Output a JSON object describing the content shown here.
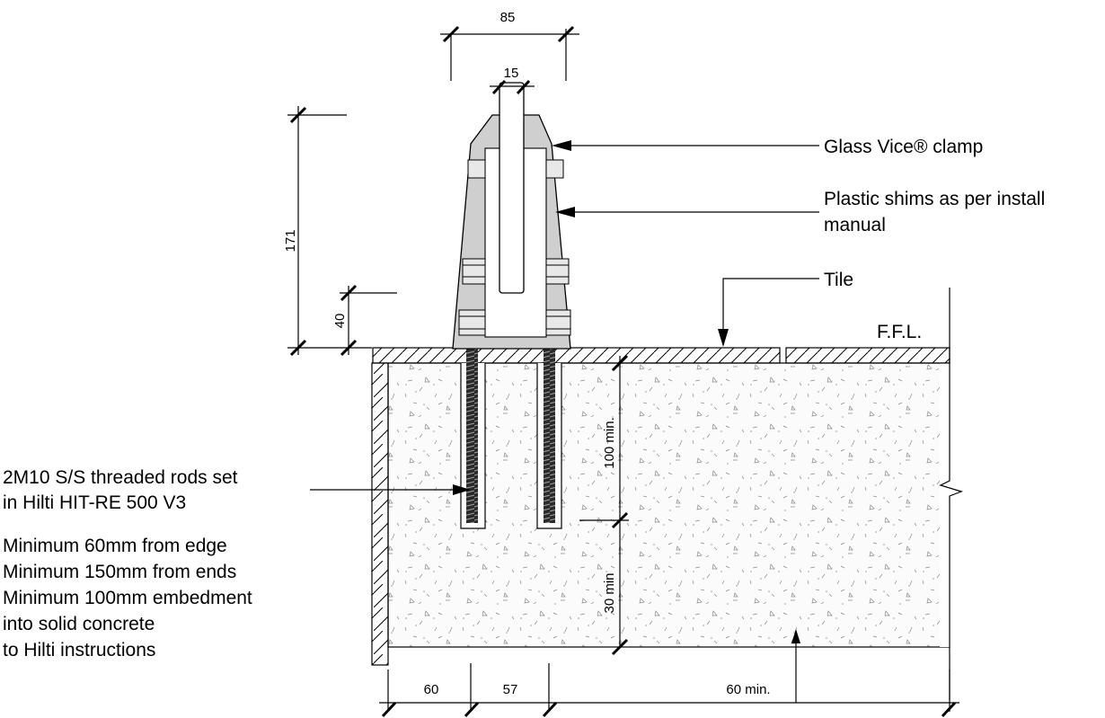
{
  "dimensions": {
    "clamp_width": "85",
    "glass_thickness": "15",
    "clamp_height": "171",
    "base_height": "40",
    "embedment": "100 min.",
    "below_rod": "30 min",
    "edge_distance": "60",
    "rod_spacing": "57",
    "slab_min": "60 min."
  },
  "callouts": {
    "clamp": "Glass Vice® clamp",
    "shims_line1": "Plastic shims as per install",
    "shims_line2": "manual",
    "tile": "Tile",
    "ffl": "F.F.L."
  },
  "notes": {
    "rods_line1": "2M10 S/S threaded rods set",
    "rods_line2": "in Hilti HIT-RE 500 V3",
    "req_line1": "Minimum 60mm from edge",
    "req_line2": "Minimum 150mm from ends",
    "req_line3": "Minimum 100mm embedment",
    "req_line4": "into solid concrete",
    "req_line5": "to Hilti instructions"
  }
}
